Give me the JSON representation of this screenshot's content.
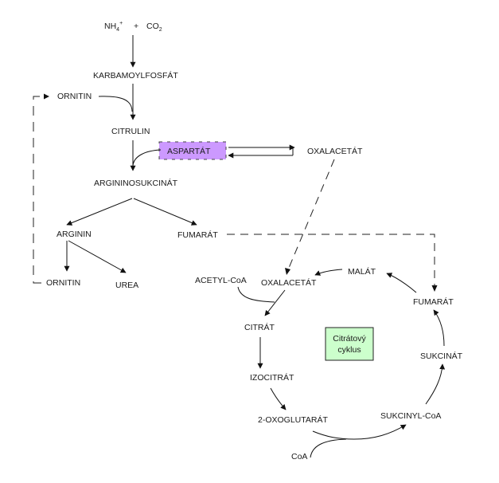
{
  "diagram": {
    "title": "Močovinový a citrátový cyklus",
    "inputs": {
      "ammonium": "NH",
      "ammonium_sub": "4",
      "ammonium_sup": "+",
      "plus": "+",
      "co2": "CO",
      "co2_sub": "2"
    },
    "urea_cycle": {
      "karbamoylfosfat": "KARBAMOYLFOSFÁT",
      "ornitin_in": "ORNITIN",
      "citrulin": "CITRULIN",
      "aspartat": "ASPARTÁT",
      "oxalacetat_top": "OXALACETÁT",
      "argininosukcinat": "ARGININOSUKCINÁT",
      "arginin": "ARGININ",
      "fumarat": "FUMARÁT",
      "ornitin_out": "ORNITIN",
      "urea": "UREA"
    },
    "citric_cycle": {
      "acetyl_coa": "ACETYL-CoA",
      "oxalacetat": "OXALACETÁT",
      "malat": "MALÁT",
      "fumarat": "FUMARÁT",
      "citrat": "CITRÁT",
      "izocitrat": "IZOCITRÁT",
      "oxoglutarat": "2-OXOGLUTARÁT",
      "sukcinyl_coa": "SUKCINYL-CoA",
      "sukcinat": "SUKCINÁT",
      "coa": "CoA",
      "label_line1": "Citrátový",
      "label_line2": "cyklus"
    },
    "colors": {
      "aspartat_fill": "#cc99ff",
      "cycle_box_fill": "#ccffcc",
      "line": "#111111"
    }
  }
}
